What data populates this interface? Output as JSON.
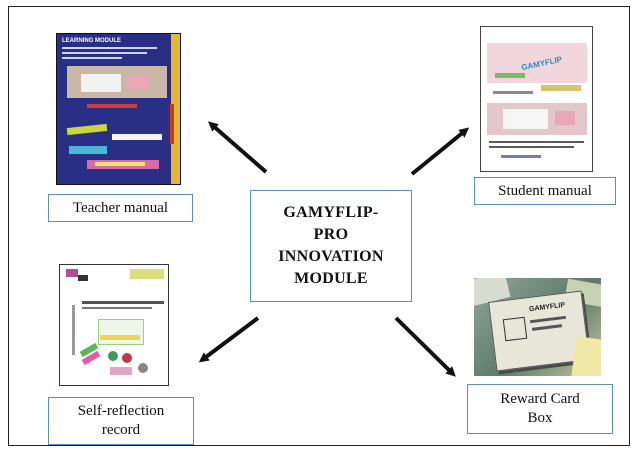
{
  "center": {
    "title": "GAMYFLIP-\nPRO\nINNOVATION\nMODULE"
  },
  "items": {
    "teacher": {
      "label": "Teacher manual",
      "cover_heading": "LEARNING MODULE"
    },
    "student": {
      "label": "Student manual",
      "cover_heading": "GAMYFLIP"
    },
    "reflection": {
      "label": "Self-reflection\nrecord"
    },
    "reward": {
      "label": "Reward Card\nBox",
      "box_text": "GAMYFLIP"
    }
  },
  "colors": {
    "border": "#222222",
    "box_border": "#5b8fb5",
    "arrow": "#111111"
  }
}
